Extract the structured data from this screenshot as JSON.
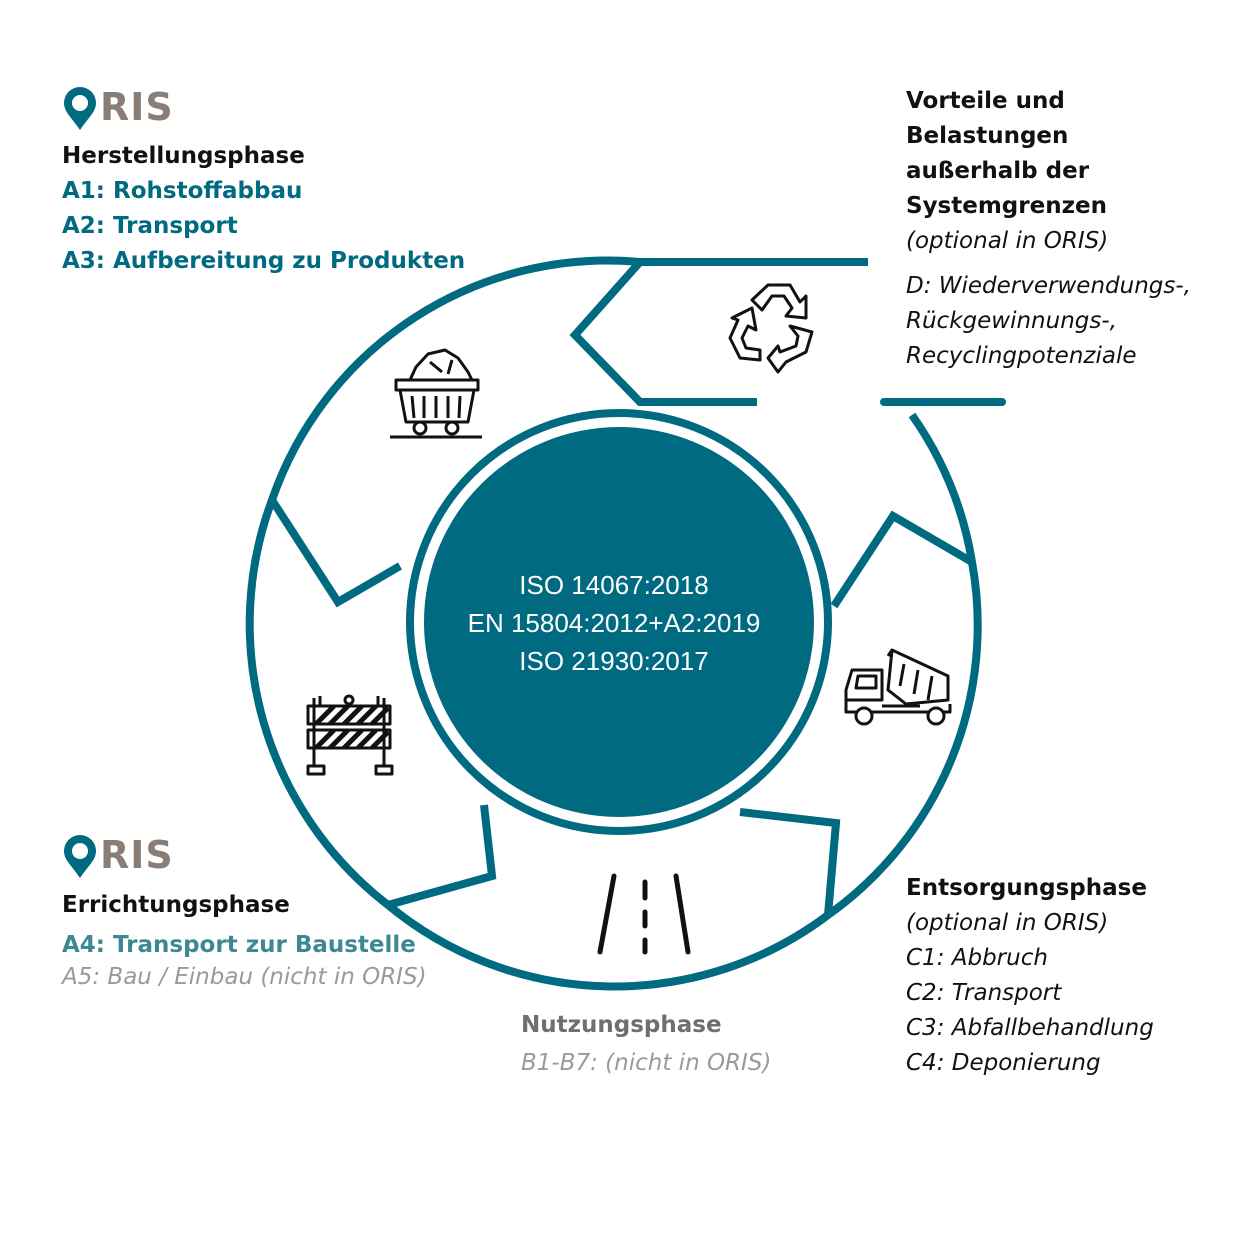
{
  "logo": {
    "text": "RIS",
    "primary_color": "#006a80",
    "text_color": "#8a7d75"
  },
  "center": {
    "lines": [
      "ISO 14067:2018",
      "EN 15804:2012+A2:2019",
      "ISO 21930:2017"
    ],
    "fill": "#006a80"
  },
  "herstellung": {
    "title": "Herstellungsphase",
    "items": [
      "A1: Rohstoffabbau",
      "A2: Transport",
      "A3: Aufbereitung zu Produkten"
    ]
  },
  "vorteile": {
    "title_lines": [
      "Vorteile und",
      "Belastungen",
      "außerhalb der",
      "Systemgrenzen"
    ],
    "optional": "(optional in ORIS)",
    "d_lines": [
      "D: Wiederverwendungs-,",
      "Rückgewinnungs-,",
      "Recyclingpotenziale"
    ]
  },
  "errichtung": {
    "title": "Errichtungsphase",
    "a4": "A4: Transport zur Baustelle",
    "a5": "A5: Bau / Einbau (nicht in ORIS)"
  },
  "nutzung": {
    "title": "Nutzungsphase",
    "sub": "B1-B7: (nicht in ORIS)"
  },
  "entsorgung": {
    "title": "Entsorgungsphase",
    "optional": "(optional in ORIS)",
    "items": [
      "C1: Abbruch",
      "C2: Transport",
      "C3: Abfallbehandlung",
      "C4: Deponierung"
    ]
  },
  "icons": [
    "mine-cart-icon",
    "recycle-icon",
    "dump-truck-icon",
    "road-icon",
    "barrier-icon"
  ],
  "colors": {
    "teal": "#006a80",
    "black": "#111111",
    "gray": "#9a9a9a"
  }
}
